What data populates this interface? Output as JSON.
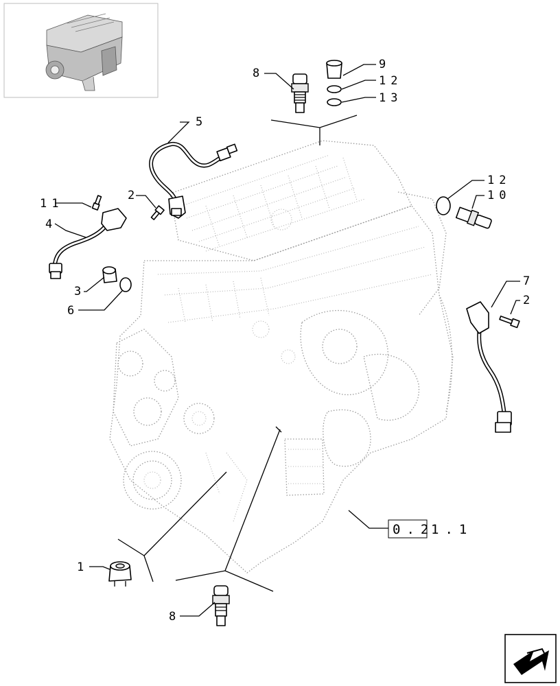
{
  "callouts": {
    "c1": "1",
    "c2a": "2",
    "c2b": "2",
    "c3": "3",
    "c4": "4",
    "c5": "5",
    "c6": "6",
    "c7": "7",
    "c8a": "8",
    "c8b": "8",
    "c9": "9",
    "c10": "10",
    "c11": "11",
    "c12a": "12",
    "c12b": "12",
    "c13": "13"
  },
  "reference": {
    "boxed": "0.2",
    "rest": "1.1"
  },
  "icons": {
    "thumbnail": "engine-thumbnail-icon",
    "nav": "page-arrow-icon"
  }
}
